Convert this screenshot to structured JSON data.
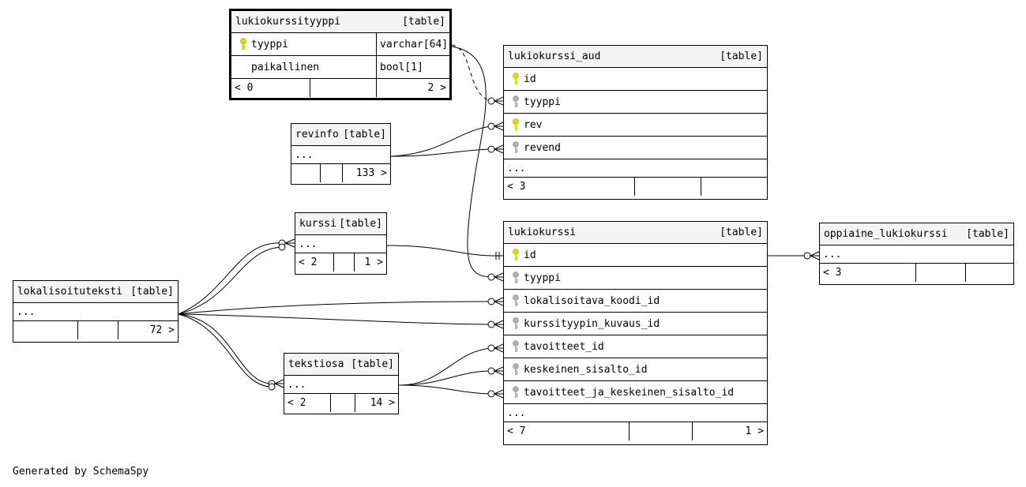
{
  "footer_text": "Generated by SchemaSpy",
  "key_colors": {
    "primary": "#e8d800",
    "foreign": "#b0b0b0"
  },
  "tables": {
    "lukiokurssityyppi": {
      "name": "lukiokurssityyppi",
      "tag": "[table]",
      "columns": [
        {
          "key": "primary",
          "name": "tyyppi",
          "type": "varchar[64]"
        },
        {
          "key": "none",
          "name": "paikallinen",
          "type": "bool[1]"
        }
      ],
      "foot_left": "< 0",
      "foot_right": "2 >"
    },
    "lukiokurssi_aud": {
      "name": "lukiokurssi_aud",
      "tag": "[table]",
      "columns": [
        {
          "key": "primary",
          "name": "id"
        },
        {
          "key": "foreign",
          "name": "tyyppi"
        },
        {
          "key": "primary",
          "name": "rev"
        },
        {
          "key": "foreign",
          "name": "revend"
        }
      ],
      "more": "...",
      "foot_left": "< 3",
      "foot_right": ""
    },
    "revinfo": {
      "name": "revinfo",
      "tag": "[table]",
      "more": "...",
      "foot_left": "",
      "foot_right": "133 >"
    },
    "kurssi": {
      "name": "kurssi",
      "tag": "[table]",
      "more": "...",
      "foot_left": "< 2",
      "foot_right": "1 >"
    },
    "lokalisoituteksti": {
      "name": "lokalisoituteksti",
      "tag": "[table]",
      "more": "...",
      "foot_left": "",
      "foot_right": "72 >"
    },
    "tekstiosa": {
      "name": "tekstiosa",
      "tag": "[table]",
      "more": "...",
      "foot_left": "< 2",
      "foot_right": "14 >"
    },
    "lukiokurssi": {
      "name": "lukiokurssi",
      "tag": "[table]",
      "columns": [
        {
          "key": "primary",
          "name": "id"
        },
        {
          "key": "foreign",
          "name": "tyyppi"
        },
        {
          "key": "foreign",
          "name": "lokalisoitava_koodi_id"
        },
        {
          "key": "foreign",
          "name": "kurssityypin_kuvaus_id"
        },
        {
          "key": "foreign",
          "name": "tavoitteet_id"
        },
        {
          "key": "foreign",
          "name": "keskeinen_sisalto_id"
        },
        {
          "key": "foreign",
          "name": "tavoitteet_ja_keskeinen_sisalto_id"
        }
      ],
      "more": "...",
      "foot_left": "< 7",
      "foot_right": "1 >"
    },
    "oppiaine_lukiokurssi": {
      "name": "oppiaine_lukiokurssi",
      "tag": "[table]",
      "more": "...",
      "foot_left": "< 3",
      "foot_right": ""
    }
  }
}
